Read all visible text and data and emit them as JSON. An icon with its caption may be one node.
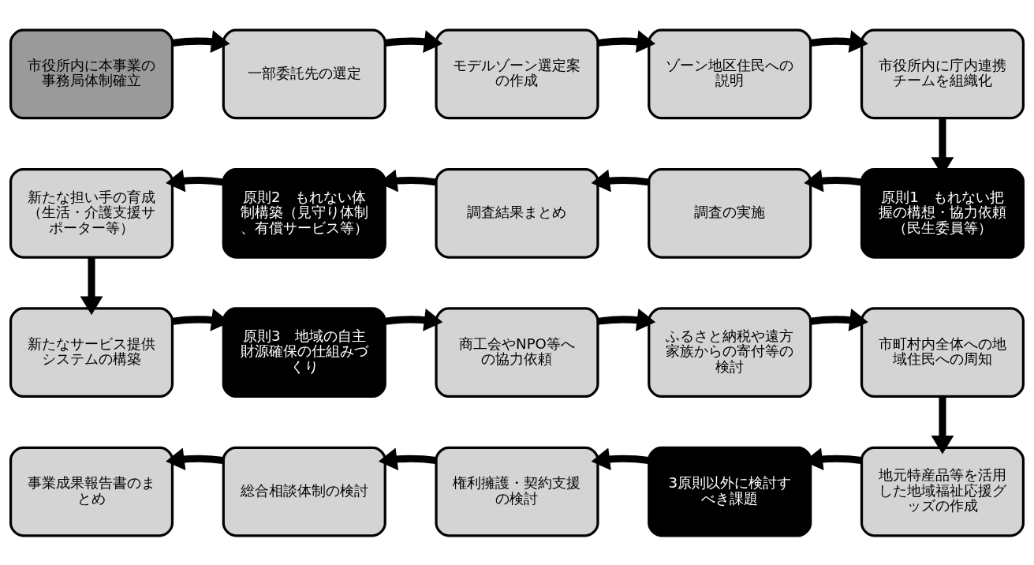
{
  "diagram": {
    "nodes": [
      {
        "text": [
          "市役所内に本事業の事務局体制確立"
        ]
      },
      {
        "text": [
          "一部委託先の選定"
        ]
      },
      {
        "text": [
          "モデルゾーン選定案の作成"
        ]
      },
      {
        "text": [
          "ゾーン地区住民への説明"
        ]
      },
      {
        "text": [
          "市役所内に庁内連携チームを組織化"
        ]
      },
      {
        "text": [
          "原則1　もれない把握の構想・協力依頼（民生委員等）"
        ]
      },
      {
        "text": [
          "調査の実施"
        ]
      },
      {
        "text": [
          "調査結果まとめ"
        ]
      },
      {
        "text": [
          "原則2　もれない体制構築（見守り体制、有償サービス等）"
        ]
      },
      {
        "text": [
          "新たな担い手の育成（生活・介護支援サポーター等）"
        ]
      },
      {
        "text": [
          "新たなサービス提供システムの構築"
        ]
      },
      {
        "text": [
          "原則3　地域の自主財源確保の仕組みづくり"
        ]
      },
      {
        "text": [
          "商工会やNPO等への協力依頼"
        ]
      },
      {
        "text": [
          "ふるさと納税や遠方家族からの寄付等の検討"
        ]
      },
      {
        "text": [
          "市町村内全体への地域住民への周知"
        ]
      },
      {
        "text": [
          "地元特産品等を活用した地域福祉応援グッズの作成"
        ]
      },
      {
        "text": [
          "3原則以外に検討すべき課題"
        ]
      },
      {
        "text": [
          "権利擁護・契約支援の検討"
        ]
      },
      {
        "text": [
          "総合相談体制の検討"
        ]
      },
      {
        "text": [
          "事業成果報告書のまとめ"
        ]
      }
    ],
    "edges": [
      {
        "from": 0,
        "to": 1,
        "arrow": "to"
      },
      {
        "from": 1,
        "to": 2,
        "arrow": "to"
      },
      {
        "from": 2,
        "to": 3,
        "arrow": "to"
      },
      {
        "from": 3,
        "to": 4,
        "arrow": "to"
      },
      {
        "from": 4,
        "to": 5,
        "arrow": "to"
      },
      {
        "from": 5,
        "to": 6,
        "arrow": "to"
      },
      {
        "from": 6,
        "to": 7,
        "arrow": "to"
      },
      {
        "from": 7,
        "to": 8,
        "arrow": "to"
      },
      {
        "from": 8,
        "to": 9,
        "arrow": "to"
      },
      {
        "from": 9,
        "to": 10,
        "arrow": "to"
      },
      {
        "from": 10,
        "to": 11,
        "arrow": "to"
      },
      {
        "from": 11,
        "to": 12,
        "arrow": "to"
      },
      {
        "from": 12,
        "to": 13,
        "arrow": "to"
      },
      {
        "from": 13,
        "to": 14,
        "arrow": "to"
      },
      {
        "from": 14,
        "to": 15,
        "arrow": "to"
      },
      {
        "from": 15,
        "to": 16,
        "arrow": "to"
      },
      {
        "from": 16,
        "to": 17,
        "arrow": "to"
      },
      {
        "from": 17,
        "to": 18,
        "arrow": "to"
      },
      {
        "from": 18,
        "to": 19,
        "arrow": "to"
      }
    ]
  }
}
